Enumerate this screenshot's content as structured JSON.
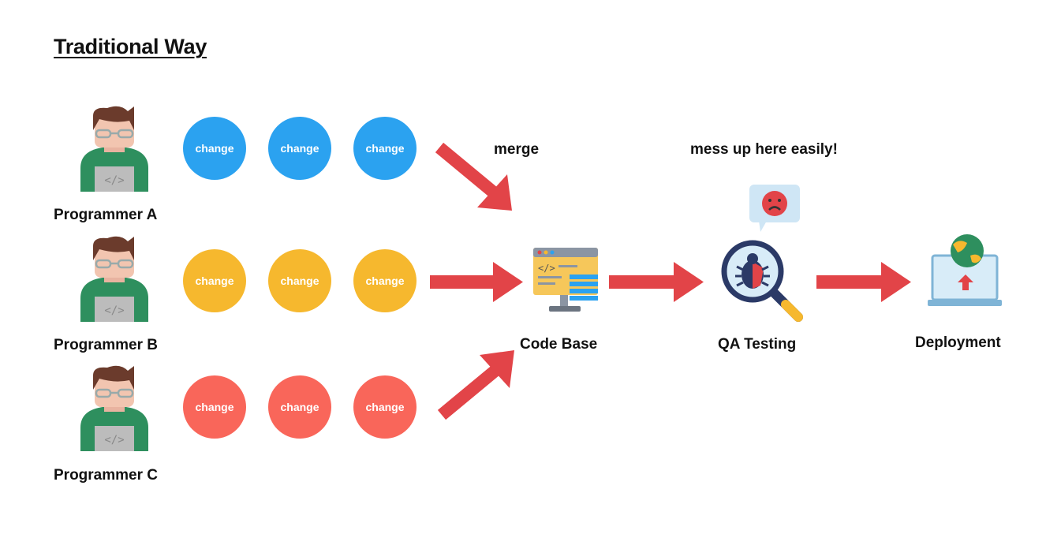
{
  "title": "Traditional Way",
  "programmers": [
    {
      "name": "Programmer A",
      "changes": [
        "change",
        "change",
        "change"
      ],
      "color": "#2ba2f0"
    },
    {
      "name": "Programmer B",
      "changes": [
        "change",
        "change",
        "change"
      ],
      "color": "#f6b82e"
    },
    {
      "name": "Programmer C",
      "changes": [
        "change",
        "change",
        "change"
      ],
      "color": "#f9665a"
    }
  ],
  "merge_label": "merge",
  "warning_label": "mess up here easily!",
  "stages": {
    "code_base": "Code Base",
    "qa_testing": "QA Testing",
    "deployment": "Deployment"
  },
  "colors": {
    "arrow": "#e24448",
    "avatar_shirt": "#2e8f5e",
    "hair": "#6b3b2c",
    "skin": "#f2c5b0"
  },
  "icons": [
    "programmer-avatar-icon",
    "monitor-code-icon",
    "bug-magnifier-icon",
    "sad-face-bubble-icon",
    "laptop-globe-upload-icon"
  ]
}
